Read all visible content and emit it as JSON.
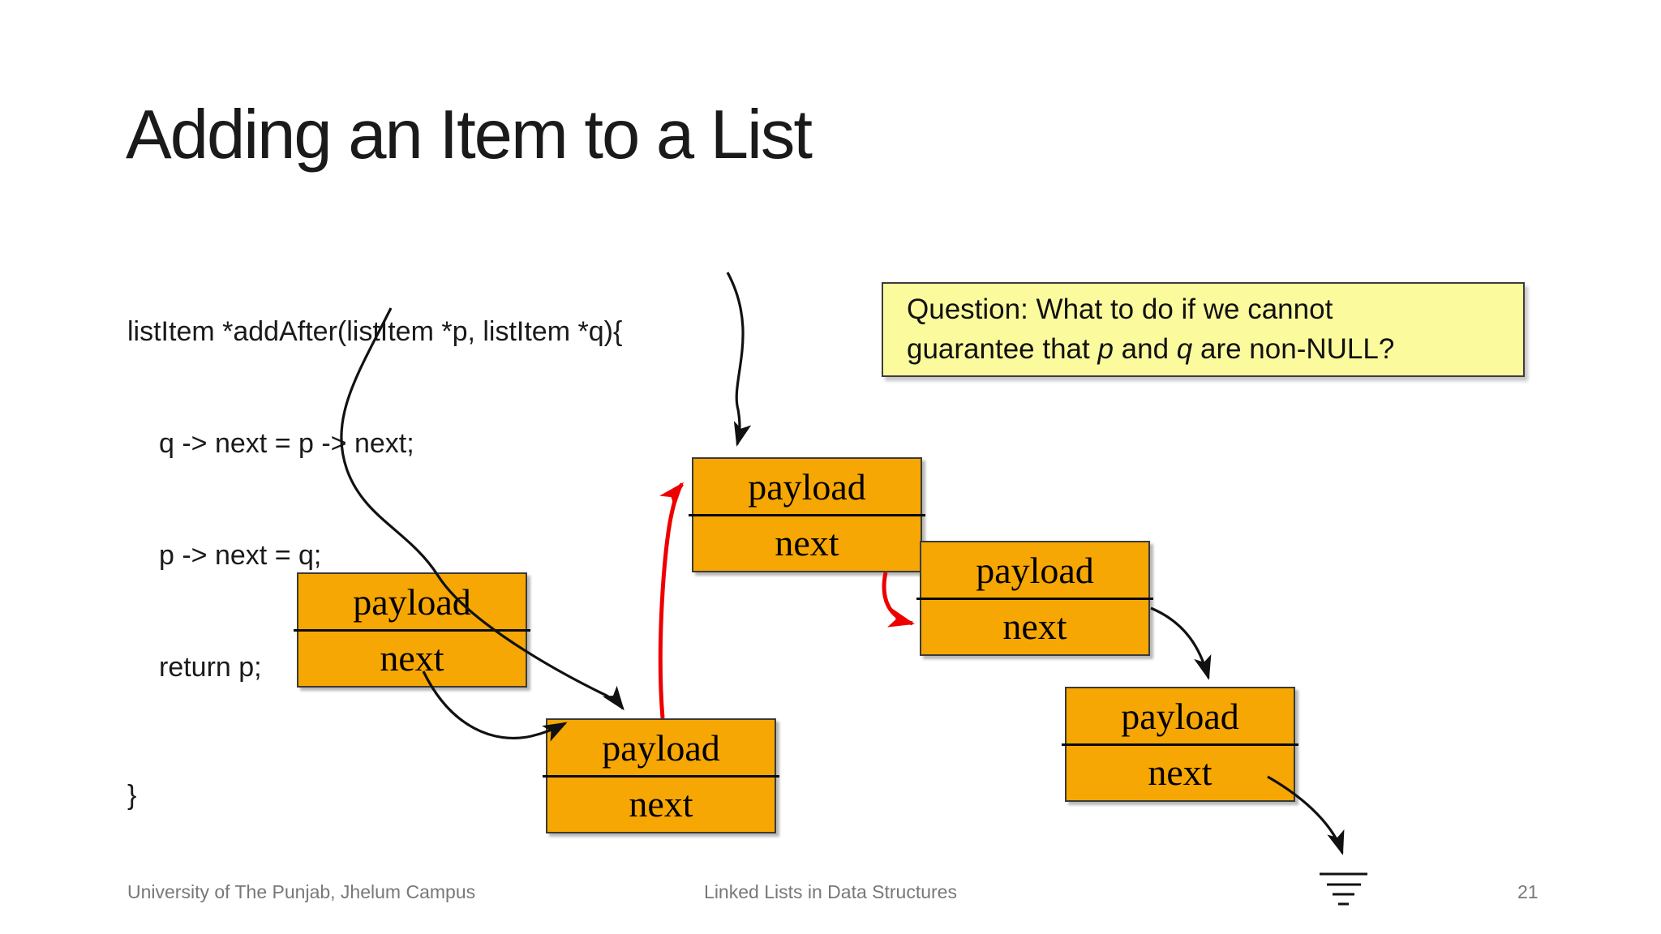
{
  "title": "Adding an Item to a List",
  "code": {
    "lines": [
      "listItem *addAfter(listItem *p, listItem *q){",
      "q -> next = p -> next;",
      "p -> next = q;",
      "return p;",
      "}"
    ]
  },
  "question": {
    "line1": "Question: What to do if we cannot",
    "line2_pre": "guarantee that ",
    "var_p": "p",
    "line2_mid": " and ",
    "var_q": "q",
    "line2_post": " are non-NULL?"
  },
  "nodes": [
    {
      "payload": "payload",
      "next": "next"
    },
    {
      "payload": "payload",
      "next": "next"
    },
    {
      "payload": "payload",
      "next": "next"
    },
    {
      "payload": "payload",
      "next": "next"
    },
    {
      "payload": "payload",
      "next": "next"
    }
  ],
  "footer": {
    "left": "University of The Punjab, Jhelum Campus",
    "center": "Linked Lists in Data Structures",
    "page": "21"
  },
  "colors": {
    "node_fill": "#F6A703",
    "node_border": "#3a3a3a",
    "question_fill": "#FBFB9E",
    "question_border": "#3d3d3d",
    "black_arrow": "#111111",
    "red_arrow": "#EE0000",
    "footer_text": "#787878",
    "title_text": "#1a1a1a"
  }
}
